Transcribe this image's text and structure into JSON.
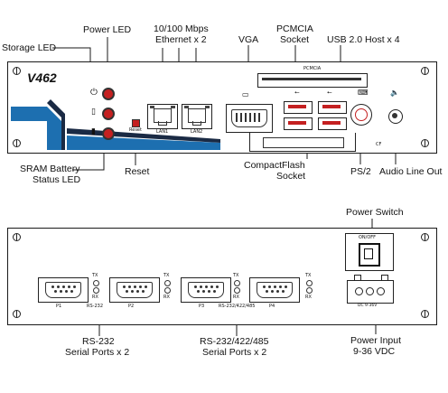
{
  "front": {
    "model": "V462",
    "callouts": {
      "power_led": "Power LED",
      "lan_line1": "10/100 Mbps",
      "lan_line2": "Ethernet x 2",
      "vga": "VGA",
      "pcmcia_line1": "PCMCIA",
      "pcmcia_line2": "Socket",
      "usb": "USB 2.0 Host x 4",
      "storage_led": "Storage LED",
      "sram_line1": "SRAM Battery",
      "sram_line2": "Status LED",
      "reset": "Reset",
      "cf_line1": "CompactFlash",
      "cf_line2": "Socket",
      "ps2": "PS/2",
      "audio": "Audio Line Out"
    },
    "silk": {
      "pcmcia": "PCMCIA",
      "lan1": "LAN1",
      "lan2": "LAN2",
      "reset": "Reset",
      "cf": "CF"
    }
  },
  "rear": {
    "callouts": {
      "power_switch": "Power Switch",
      "rs232_line1": "RS-232",
      "rs232_line2": "Serial Ports x 2",
      "rs485_line1": "RS-232/422/485",
      "rs485_line2": "Serial Ports x 2",
      "power_input_line1": "Power Input",
      "power_input_line2": "9-36 VDC"
    },
    "silk": {
      "onoff": "ON/OFF",
      "tx": "TX",
      "rx": "RX",
      "p1": "P1",
      "p2": "P2",
      "p3": "P3",
      "p4": "P4",
      "rs232": "RS-232",
      "rs485": "RS-232/422/485",
      "dc_in": "DC 9-36V"
    }
  },
  "colors": {
    "led_red": "#c42021",
    "logo_blue": "#1d6fb0",
    "logo_dark": "#1a2a44"
  }
}
